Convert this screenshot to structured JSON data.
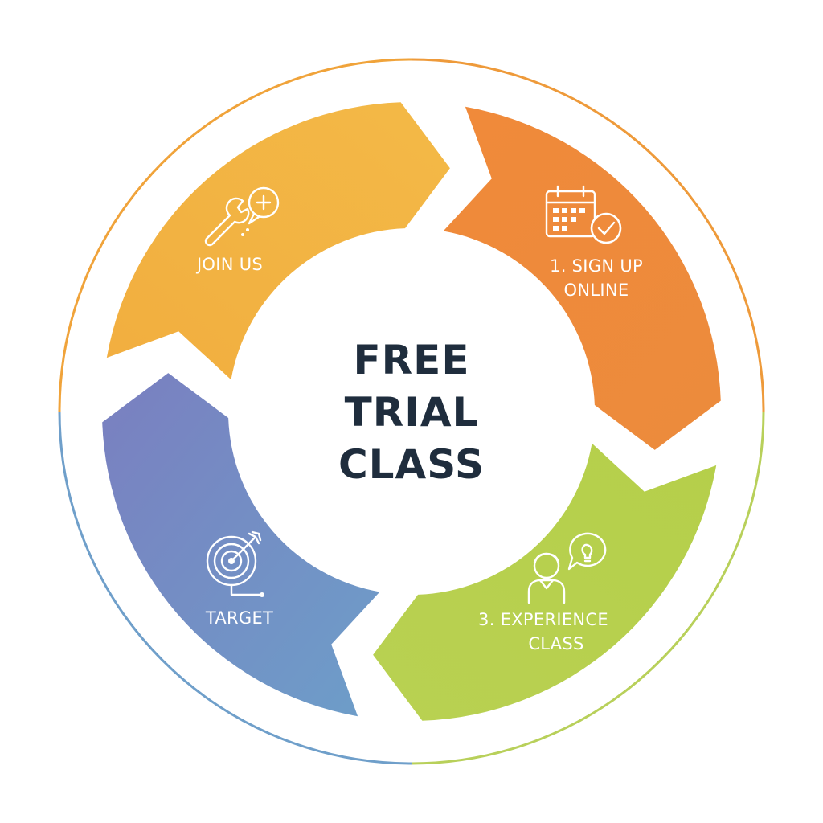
{
  "center": {
    "lines": [
      "FREE",
      "TRIAL",
      "CLASS"
    ]
  },
  "segments": [
    {
      "id": "sign-up",
      "label_lines": [
        "1. SIGN UP",
        "ONLINE"
      ],
      "icon": "calendar-check-icon",
      "color_start": "#f08a3a",
      "color_end": "#ec8b3c"
    },
    {
      "id": "experience",
      "label_lines": [
        "3. EXPERIENCE",
        "CLASS"
      ],
      "icon": "person-idea-icon",
      "color_start": "#b5cf4a",
      "color_end": "#b9d152"
    },
    {
      "id": "target",
      "label_lines": [
        "TARGET"
      ],
      "icon": "target-arrow-icon",
      "color_start": "#6d9ec9",
      "color_end": "#7a7fc0"
    },
    {
      "id": "join",
      "label_lines": [
        "JOIN US"
      ],
      "icon": "wrench-chat-icon",
      "color_start": "#f2ae3f",
      "color_end": "#f3b947"
    }
  ],
  "ring": {
    "colors": [
      "#f0a33a",
      "#ee8a2e",
      "#b8d05a",
      "#6aa3c8",
      "#7d7fc2"
    ]
  }
}
